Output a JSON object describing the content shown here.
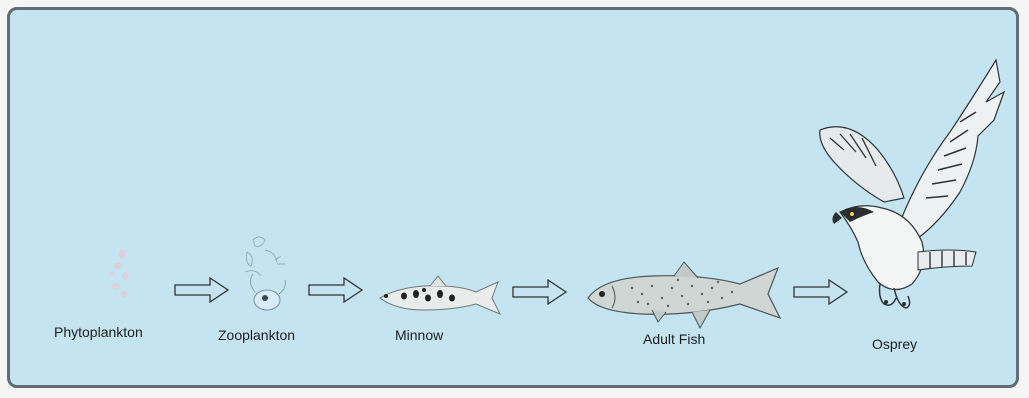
{
  "food_chain": {
    "organisms": [
      {
        "label": "Phytoplankton",
        "icon": "phytoplankton-icon"
      },
      {
        "label": "Zooplankton",
        "icon": "zooplankton-icon"
      },
      {
        "label": "Minnow",
        "icon": "minnow-icon"
      },
      {
        "label": "Adult Fish",
        "icon": "adult-fish-icon"
      },
      {
        "label": "Osprey",
        "icon": "osprey-icon"
      }
    ],
    "arrow_icon": "hollow-right-arrow-icon"
  },
  "colors": {
    "background": "#c4e4f2",
    "border": "#5e6e74",
    "text": "#1e1e1e"
  }
}
